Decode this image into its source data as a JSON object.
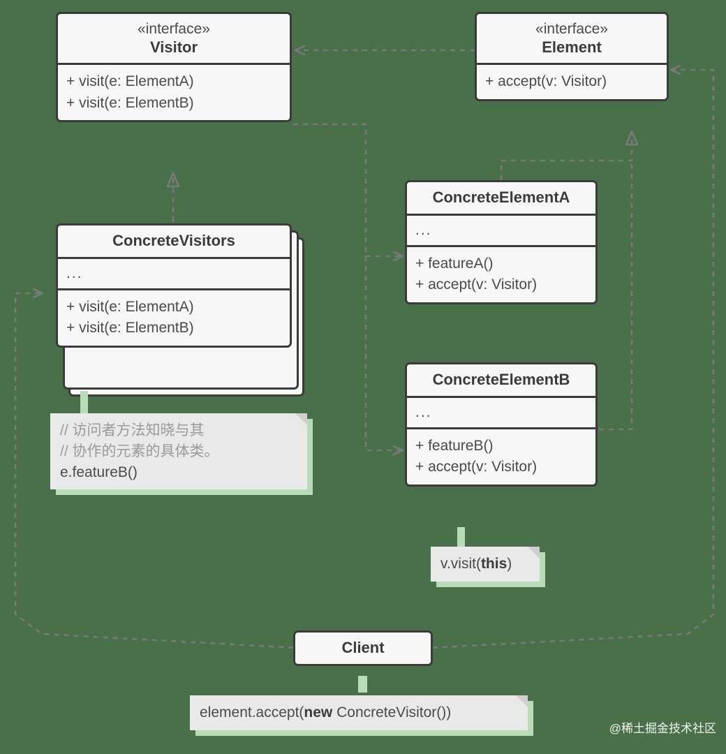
{
  "diagram": {
    "title": "Visitor design pattern UML class diagram",
    "background_color": "#4a7049",
    "box_fill": "#f7f7f7",
    "box_border": "#3b3b3b",
    "note_fill": "#e9e9e9",
    "note_shadow": "#b9dcb6",
    "line_color": "#7a7a7a"
  },
  "classes": {
    "visitor": {
      "stereotype": "«interface»",
      "name": "Visitor",
      "members": [
        "+ visit(e: ElementA)",
        "+ visit(e: ElementB)"
      ]
    },
    "element": {
      "stereotype": "«interface»",
      "name": "Element",
      "members": [
        "+ accept(v: Visitor)"
      ]
    },
    "concrete_visitors": {
      "name": "ConcreteVisitors",
      "fields": "...",
      "members": [
        "+ visit(e: ElementA)",
        "+ visit(e: ElementB)"
      ]
    },
    "concrete_element_a": {
      "name": "ConcreteElementA",
      "fields": "...",
      "members": [
        "+ featureA()",
        "+ accept(v: Visitor)"
      ]
    },
    "concrete_element_b": {
      "name": "ConcreteElementB",
      "fields": "...",
      "members": [
        "+ featureB()",
        "+ accept(v: Visitor)"
      ]
    },
    "client": {
      "name": "Client"
    }
  },
  "notes": {
    "visitor_note": {
      "comment_line_1": "// 访问者方法知晓与其",
      "comment_line_2": "// 协作的元素的具体类。",
      "code_line": "e.featureB()"
    },
    "element_note": {
      "code_prefix": "v.visit(",
      "code_bold": "this",
      "code_suffix": ")"
    },
    "client_note": {
      "code_prefix": "element.accept(",
      "code_bold": "new",
      "code_suffix": " ConcreteVisitor())"
    }
  },
  "watermark": {
    "text": "@稀土掘金技术社区"
  }
}
